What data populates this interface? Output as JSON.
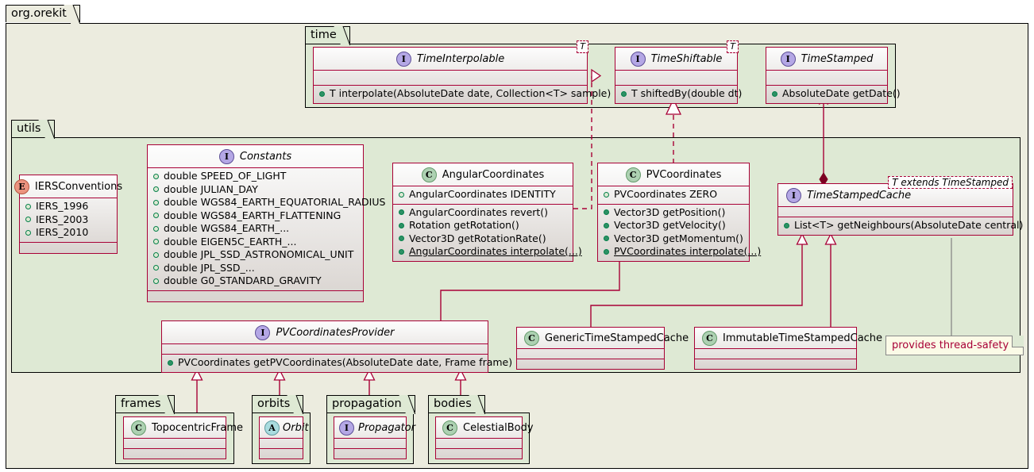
{
  "diagram": {
    "title": "org.orekit package class diagram",
    "colors": {
      "outer_package_bg": "#ECECDF",
      "inner_package_bg": "#DEE9D4",
      "class_border": "#A80036",
      "note_text": "#A80036",
      "interface_badge": "#B4A7E5",
      "class_badge": "#ADD1B2",
      "abstract_badge": "#A9DCDF",
      "enum_badge": "#EB937F"
    }
  },
  "packages": {
    "root": {
      "label": "org.orekit"
    },
    "time": {
      "label": "time"
    },
    "utils": {
      "label": "utils"
    },
    "frames": {
      "label": "frames"
    },
    "orbits": {
      "label": "orbits"
    },
    "propagation": {
      "label": "propagation"
    },
    "bodies": {
      "label": "bodies"
    }
  },
  "classes": {
    "time_interpolable": {
      "name": "TimeInterpolable",
      "kind": "interface",
      "badge": "I",
      "generic": "T",
      "fields": [],
      "methods": [
        {
          "text": "T interpolate(AbsoluteDate date, Collection<T> sample)",
          "visibility": "public",
          "static": false
        }
      ]
    },
    "time_shiftable": {
      "name": "TimeShiftable",
      "kind": "interface",
      "badge": "I",
      "generic": "T",
      "fields": [],
      "methods": [
        {
          "text": "T shiftedBy(double dt)",
          "visibility": "public",
          "static": false
        }
      ]
    },
    "time_stamped": {
      "name": "TimeStamped",
      "kind": "interface",
      "badge": "I",
      "generic": null,
      "fields": [],
      "methods": [
        {
          "text": "AbsoluteDate getDate()",
          "visibility": "public",
          "static": false
        }
      ]
    },
    "iers_conventions": {
      "name": "IERSConventions",
      "kind": "enum",
      "badge": "E",
      "generic": null,
      "fields": [
        {
          "text": "IERS_1996",
          "visibility": "public",
          "static": false
        },
        {
          "text": "IERS_2003",
          "visibility": "public",
          "static": false
        },
        {
          "text": "IERS_2010",
          "visibility": "public",
          "static": false
        }
      ],
      "methods": []
    },
    "constants": {
      "name": "Constants",
      "kind": "interface",
      "badge": "I",
      "generic": null,
      "fields": [
        {
          "text": "double SPEED_OF_LIGHT",
          "visibility": "public",
          "static": false
        },
        {
          "text": "double JULIAN_DAY",
          "visibility": "public",
          "static": false
        },
        {
          "text": "double WGS84_EARTH_EQUATORIAL_RADIUS",
          "visibility": "public",
          "static": false
        },
        {
          "text": "double WGS84_EARTH_FLATTENING",
          "visibility": "public",
          "static": false
        },
        {
          "text": "double WGS84_EARTH_...",
          "visibility": "public",
          "static": false
        },
        {
          "text": "double EIGEN5C_EARTH_...",
          "visibility": "public",
          "static": false
        },
        {
          "text": "double JPL_SSD_ASTRONOMICAL_UNIT",
          "visibility": "public",
          "static": false
        },
        {
          "text": "double JPL_SSD_...",
          "visibility": "public",
          "static": false
        },
        {
          "text": "double G0_STANDARD_GRAVITY",
          "visibility": "public",
          "static": false
        }
      ],
      "methods": []
    },
    "angular_coordinates": {
      "name": "AngularCoordinates",
      "kind": "class",
      "badge": "C",
      "generic": null,
      "fields": [
        {
          "text": "AngularCoordinates IDENTITY",
          "visibility": "public",
          "static": false
        }
      ],
      "methods": [
        {
          "text": "AngularCoordinates revert()",
          "visibility": "public",
          "static": false
        },
        {
          "text": "Rotation getRotation()",
          "visibility": "public",
          "static": false
        },
        {
          "text": "Vector3D getRotationRate()",
          "visibility": "public",
          "static": false
        },
        {
          "text": "AngularCoordinates interpolate(...)",
          "visibility": "public",
          "static": true
        }
      ]
    },
    "pv_coordinates": {
      "name": "PVCoordinates",
      "kind": "class",
      "badge": "C",
      "generic": null,
      "fields": [
        {
          "text": "PVCoordinates ZERO",
          "visibility": "public",
          "static": false
        }
      ],
      "methods": [
        {
          "text": "Vector3D getPosition()",
          "visibility": "public",
          "static": false
        },
        {
          "text": "Vector3D getVelocity()",
          "visibility": "public",
          "static": false
        },
        {
          "text": "Vector3D getMomentum()",
          "visibility": "public",
          "static": false
        },
        {
          "text": "PVCoordinates interpolate(...)",
          "visibility": "public",
          "static": true
        }
      ]
    },
    "time_stamped_cache": {
      "name": "TimeStampedCache",
      "kind": "interface",
      "badge": "I",
      "generic": "T extends TimeStamped",
      "fields": [],
      "methods": [
        {
          "text": "List<T> getNeighbours(AbsoluteDate central)",
          "visibility": "public",
          "static": false
        }
      ]
    },
    "pv_coordinates_provider": {
      "name": "PVCoordinatesProvider",
      "kind": "interface",
      "badge": "I",
      "generic": null,
      "fields": [],
      "methods": [
        {
          "text": "PVCoordinates getPVCoordinates(AbsoluteDate date, Frame frame)",
          "visibility": "public",
          "static": false
        }
      ]
    },
    "generic_time_stamped_cache": {
      "name": "GenericTimeStampedCache",
      "kind": "class",
      "badge": "C",
      "generic": null,
      "fields": [],
      "methods": []
    },
    "immutable_time_stamped_cache": {
      "name": "ImmutableTimeStampedCache",
      "kind": "class",
      "badge": "C",
      "generic": null,
      "fields": [],
      "methods": []
    },
    "topocentric_frame": {
      "name": "TopocentricFrame",
      "kind": "class",
      "badge": "C",
      "generic": null,
      "fields": [],
      "methods": []
    },
    "orbit": {
      "name": "Orbit",
      "kind": "abstract",
      "badge": "A",
      "generic": null,
      "fields": [],
      "methods": []
    },
    "propagator": {
      "name": "Propagator",
      "kind": "interface",
      "badge": "I",
      "generic": null,
      "fields": [],
      "methods": []
    },
    "celestial_body": {
      "name": "CelestialBody",
      "kind": "class",
      "badge": "C",
      "generic": null,
      "fields": [],
      "methods": []
    }
  },
  "notes": {
    "thread_safety": {
      "text": "provides thread-safety",
      "attached_to": "ImmutableTimeStampedCache"
    }
  },
  "relations": [
    {
      "from": "AngularCoordinates",
      "to": "TimeInterpolable",
      "type": "realization"
    },
    {
      "from": "PVCoordinates",
      "to": "TimeShiftable",
      "type": "realization"
    },
    {
      "from": "TimeStampedCache",
      "to": "TimeStamped",
      "type": "composition"
    },
    {
      "from": "PVCoordinatesProvider",
      "to": "PVCoordinates",
      "type": "association"
    },
    {
      "from": "GenericTimeStampedCache",
      "to": "TimeStampedCache",
      "type": "inheritance"
    },
    {
      "from": "ImmutableTimeStampedCache",
      "to": "TimeStampedCache",
      "type": "inheritance"
    },
    {
      "from": "TopocentricFrame",
      "to": "PVCoordinatesProvider",
      "type": "inheritance"
    },
    {
      "from": "Orbit",
      "to": "PVCoordinatesProvider",
      "type": "inheritance"
    },
    {
      "from": "Propagator",
      "to": "PVCoordinatesProvider",
      "type": "inheritance"
    },
    {
      "from": "CelestialBody",
      "to": "PVCoordinatesProvider",
      "type": "inheritance"
    }
  ]
}
